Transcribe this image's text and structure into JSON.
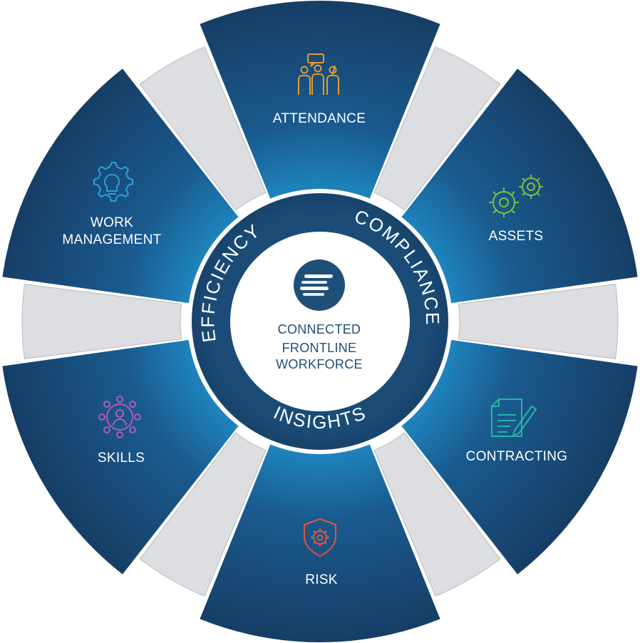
{
  "center": {
    "lines": [
      "CONNECTED",
      "FRONTLINE",
      "WORKFORCE"
    ],
    "logo_icon": "speed-lines-logo-icon"
  },
  "ring": {
    "top_left": "EFFICIENCY",
    "top_right": "COMPLIANCE",
    "bottom": "INSIGHTS"
  },
  "segments": [
    {
      "id": "attendance",
      "lines": [
        "ATTENDANCE"
      ],
      "icon": "people-discussion-icon",
      "icon_color": "#e59a2c"
    },
    {
      "id": "assets",
      "lines": [
        "ASSETS"
      ],
      "icon": "gears-icon",
      "icon_color": "#7dbf3f"
    },
    {
      "id": "contracting",
      "lines": [
        "CONTRACTING"
      ],
      "icon": "document-pen-icon",
      "icon_color": "#27b3a7"
    },
    {
      "id": "risk",
      "lines": [
        "RISK"
      ],
      "icon": "shield-gear-icon",
      "icon_color": "#e2553a"
    },
    {
      "id": "skills",
      "lines": [
        "SKILLS"
      ],
      "icon": "network-person-icon",
      "icon_color": "#b25ab8"
    },
    {
      "id": "work-management",
      "lines": [
        "WORK",
        "MANAGEMENT"
      ],
      "icon": "lightbulb-gear-icon",
      "icon_color": "#2b9fe0"
    }
  ],
  "colors": {
    "segment_dark": "#163e66",
    "segment_light": "#1e7fb6",
    "ring": "#184a74",
    "core_text": "#1d4f78",
    "connector": "#d7d9dc"
  }
}
